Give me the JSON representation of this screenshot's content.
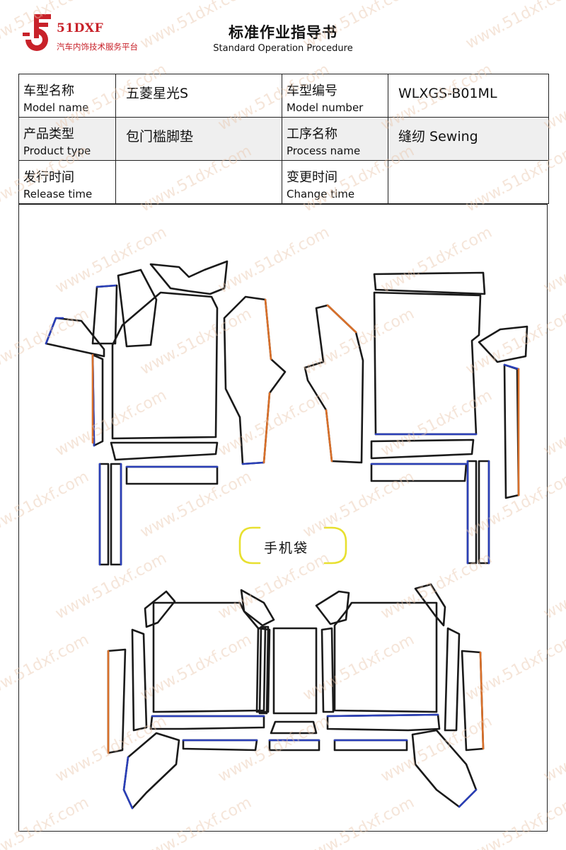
{
  "header": {
    "logo_name": "51DXF",
    "logo_subtitle": "汽车内饰技术服务平台",
    "title": "标准作业指导书",
    "subtitle": "Standard Operation Procedure"
  },
  "info": {
    "model_name": {
      "label_cn": "车型名称",
      "label_en": "Model name",
      "value": "五菱星光S"
    },
    "model_number": {
      "label_cn": "车型编号",
      "label_en": "Model number",
      "value": "WLXGS-B01ML"
    },
    "product_type": {
      "label_cn": "产品类型",
      "label_en": "Product type",
      "value": "包门槛脚垫"
    },
    "process_name": {
      "label_cn": "工序名称",
      "label_en": "Process name",
      "value": "缝纫 Sewing"
    },
    "release_time": {
      "label_cn": "发行时间",
      "label_en": "Release time",
      "value": ""
    },
    "change_time": {
      "label_cn": "变更时间",
      "label_en": "Change time",
      "value": ""
    }
  },
  "diagram": {
    "phone_pocket_label": "手机袋",
    "edge_colors": {
      "outline": "#1a1a1a",
      "blue_edge": "#2a3fb8",
      "orange_edge": "#d9702a",
      "yellow_pocket": "#e8e030"
    }
  },
  "watermark": {
    "text": "www.51dxf.com",
    "color": "#e8c6aa"
  },
  "brand_color": "#c8222a"
}
